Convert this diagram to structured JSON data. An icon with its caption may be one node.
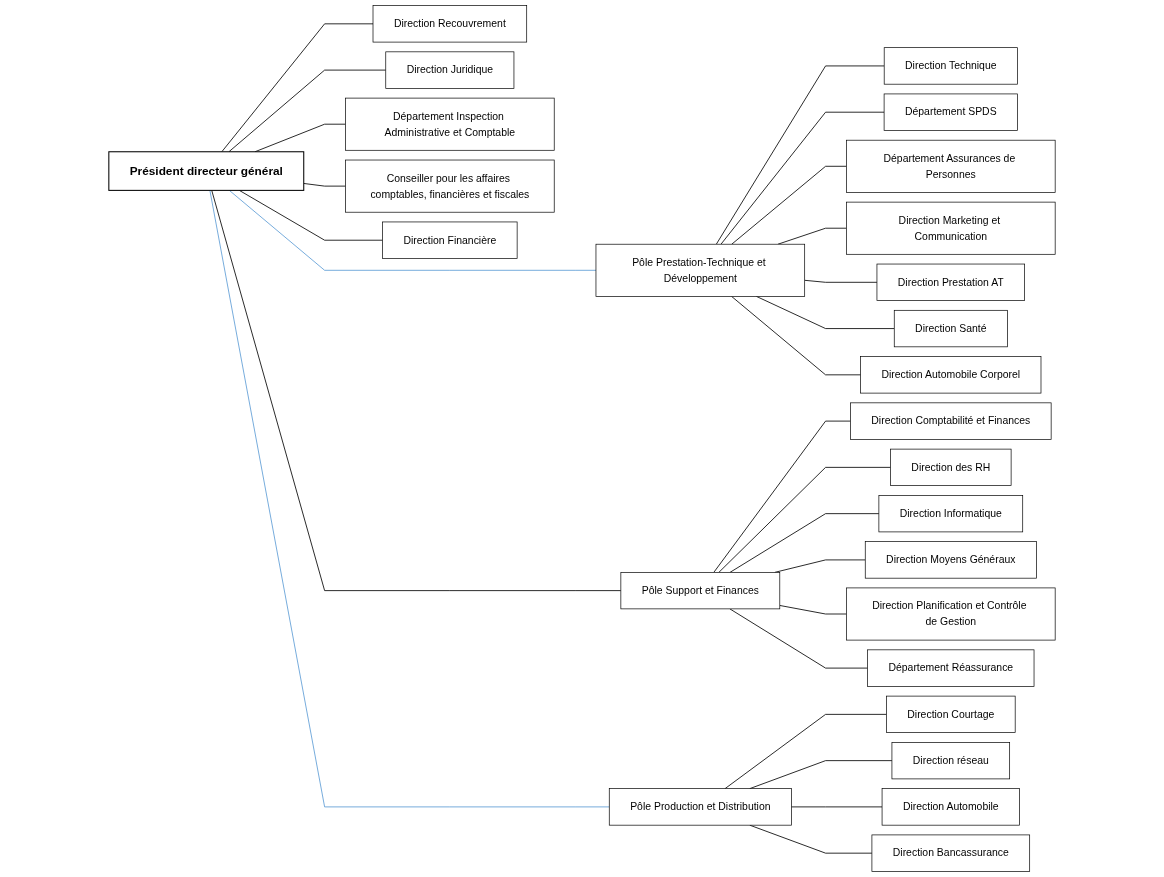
{
  "diagram": {
    "nodes": [
      {
        "text": [
          "Président directeur général"
        ]
      },
      {
        "text": [
          "Direction Recouvrement"
        ]
      },
      {
        "text": [
          "Direction Juridique"
        ]
      },
      {
        "text": [
          "Département Inspection Administrative et Comptable"
        ]
      },
      {
        "text": [
          "Conseiller pour les affaires comptables, financières et fiscales"
        ]
      },
      {
        "text": [
          "Direction Financière"
        ]
      },
      {
        "text": [
          "Pôle Prestation-Technique et Développement"
        ]
      },
      {
        "text": [
          "Pôle Support et Finances"
        ]
      },
      {
        "text": [
          "Pôle Production et Distribution"
        ]
      },
      {
        "text": [
          "Direction Technique"
        ]
      },
      {
        "text": [
          "Département SPDS"
        ]
      },
      {
        "text": [
          "Département Assurances de Personnes"
        ]
      },
      {
        "text": [
          "Direction Marketing et Communication"
        ]
      },
      {
        "text": [
          "Direction Prestation AT"
        ]
      },
      {
        "text": [
          "Direction Santé"
        ]
      },
      {
        "text": [
          "Direction Automobile Corporel"
        ]
      },
      {
        "text": [
          "Direction Comptabilité et Finances"
        ]
      },
      {
        "text": [
          "Direction des RH"
        ]
      },
      {
        "text": [
          "Direction Informatique"
        ]
      },
      {
        "text": [
          "Direction Moyens Généraux"
        ]
      },
      {
        "text": [
          "Direction Planification et Contrôle de Gestion"
        ]
      },
      {
        "text": [
          "Département Réassurance"
        ]
      },
      {
        "text": [
          "Direction Courtage"
        ]
      },
      {
        "text": [
          "Direction réseau"
        ]
      },
      {
        "text": [
          "Direction Automobile"
        ]
      },
      {
        "text": [
          "Direction Bancassurance"
        ]
      }
    ],
    "edges": [
      {
        "from": 0,
        "to": 1,
        "arrow": "none"
      },
      {
        "from": 0,
        "to": 2,
        "arrow": "none"
      },
      {
        "from": 0,
        "to": 3,
        "arrow": "none"
      },
      {
        "from": 0,
        "to": 4,
        "arrow": "none"
      },
      {
        "from": 0,
        "to": 5,
        "arrow": "none"
      },
      {
        "from": 0,
        "to": 6,
        "arrow": "none",
        "color": "#5b9bd5"
      },
      {
        "from": 0,
        "to": 7,
        "arrow": "none"
      },
      {
        "from": 0,
        "to": 8,
        "arrow": "none",
        "color": "#5b9bd5"
      },
      {
        "from": 6,
        "to": 9,
        "arrow": "none"
      },
      {
        "from": 6,
        "to": 10,
        "arrow": "none"
      },
      {
        "from": 6,
        "to": 11,
        "arrow": "none"
      },
      {
        "from": 6,
        "to": 12,
        "arrow": "none"
      },
      {
        "from": 6,
        "to": 13,
        "arrow": "none"
      },
      {
        "from": 6,
        "to": 14,
        "arrow": "none"
      },
      {
        "from": 6,
        "to": 15,
        "arrow": "none"
      },
      {
        "from": 7,
        "to": 16,
        "arrow": "none"
      },
      {
        "from": 7,
        "to": 17,
        "arrow": "none"
      },
      {
        "from": 7,
        "to": 18,
        "arrow": "none"
      },
      {
        "from": 7,
        "to": 19,
        "arrow": "none"
      },
      {
        "from": 7,
        "to": 20,
        "arrow": "none"
      },
      {
        "from": 7,
        "to": 21,
        "arrow": "none"
      },
      {
        "from": 8,
        "to": 22,
        "arrow": "none"
      },
      {
        "from": 8,
        "to": 23,
        "arrow": "none"
      },
      {
        "from": 8,
        "to": 24,
        "arrow": "none"
      },
      {
        "from": 8,
        "to": 25,
        "arrow": "none"
      }
    ]
  }
}
